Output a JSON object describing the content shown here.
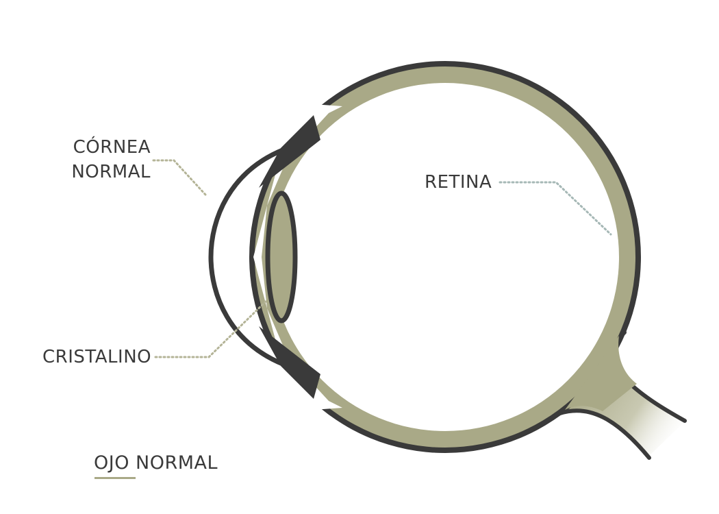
{
  "labels": {
    "cornea_line1": "CÓRNEA",
    "cornea_line2": "NORMAL",
    "retina": "RETINA",
    "cristalino": "CRISTALINO"
  },
  "title": "OJO NORMAL",
  "colors": {
    "outline": "#3a3a3a",
    "tissue": "#a9a987",
    "leader_cornea": "#b4b497",
    "leader_retina": "#a6b8b6",
    "text": "#3a3a3a",
    "accent": "#a9a987"
  }
}
